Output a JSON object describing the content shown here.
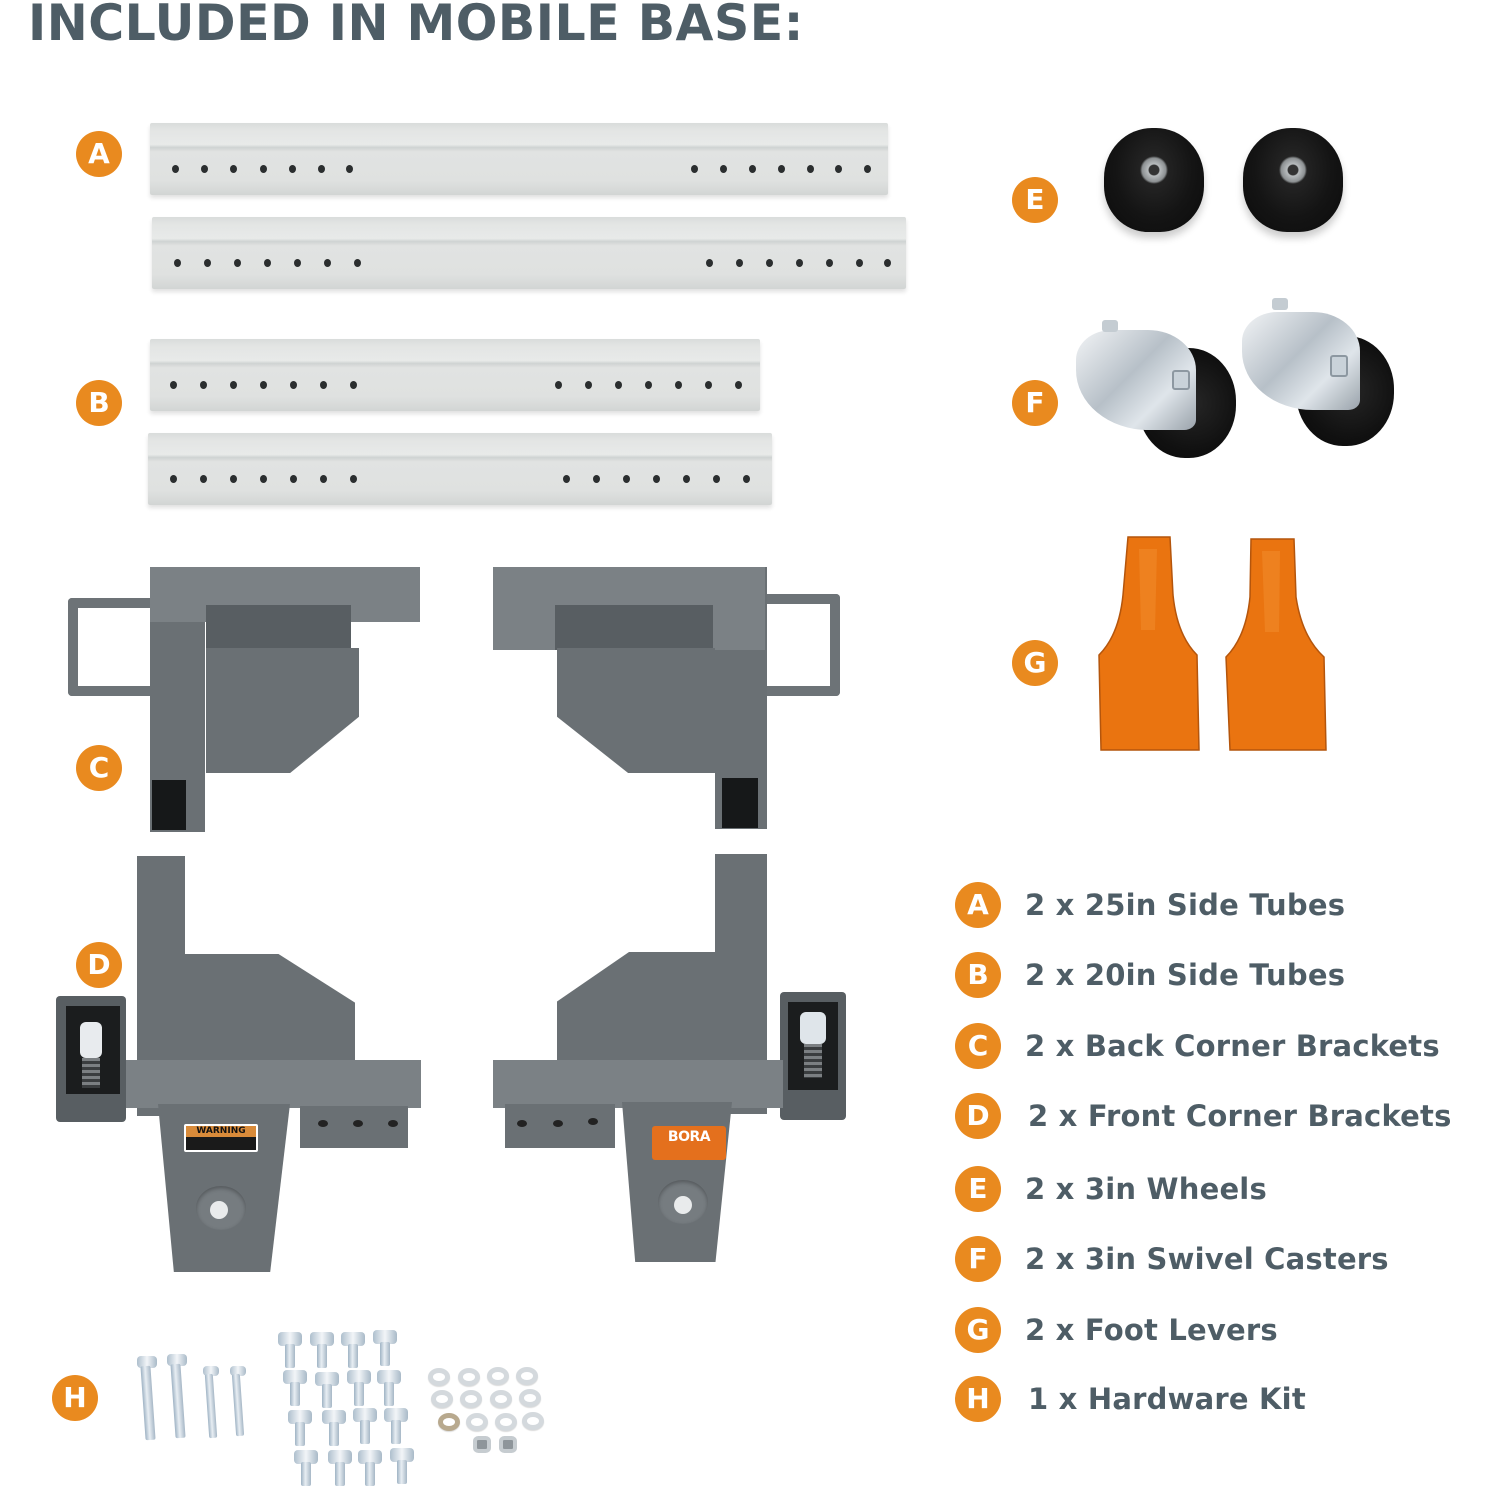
{
  "title": "INCLUDED IN MOBILE BASE:",
  "colors": {
    "accent_orange": "#e98a1f",
    "title_slate": "#4e5d66",
    "tube_gray": "#e1e3e2",
    "bracket_gray": "#6a7074",
    "lever_orange": "#ea7410"
  },
  "callouts": {
    "A": "A",
    "B": "B",
    "C": "C",
    "D": "D",
    "E": "E",
    "F": "F",
    "G": "G",
    "H": "H"
  },
  "labels": {
    "warning_sticker": "WARNING",
    "brand_sticker": "BORA"
  },
  "legend": [
    {
      "letter": "A",
      "text": "2 x 25in Side Tubes"
    },
    {
      "letter": "B",
      "text": "2 x 20in Side Tubes"
    },
    {
      "letter": "C",
      "text": "2 x Back Corner Brackets"
    },
    {
      "letter": "D",
      "text": "2 x Front Corner Brackets"
    },
    {
      "letter": "E",
      "text": "2 x 3in Wheels"
    },
    {
      "letter": "F",
      "text": "2 x 3in Swivel Casters"
    },
    {
      "letter": "G",
      "text": "2 x Foot Levers"
    },
    {
      "letter": "H",
      "text": "1 x Hardware Kit"
    }
  ]
}
